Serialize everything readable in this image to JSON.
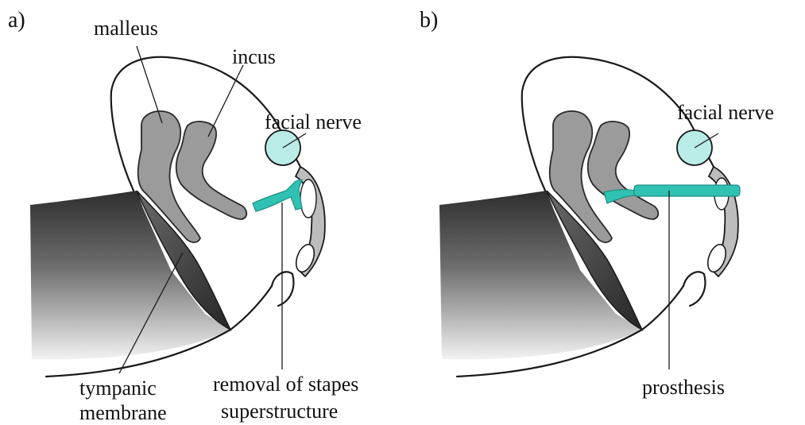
{
  "panels": [
    {
      "id": "a",
      "panel_label": "a)",
      "labels": {
        "malleus": "malleus",
        "incus": "incus",
        "facial_nerve": "facial nerve",
        "tympanic_line1": "tympanic",
        "tympanic_line2": "membrane",
        "removal_line1": "removal of stapes",
        "removal_line2": "superstructure"
      }
    },
    {
      "id": "b",
      "panel_label": "b)",
      "labels": {
        "facial_nerve": "facial nerve",
        "prosthesis": "prosthesis"
      }
    }
  ],
  "colors": {
    "teal_accent": "#2fc2b2",
    "facial_nerve_fill": "#b9ece7",
    "bone_gray": "#9b9b9b",
    "canal_dark": "#3a3a3a"
  }
}
